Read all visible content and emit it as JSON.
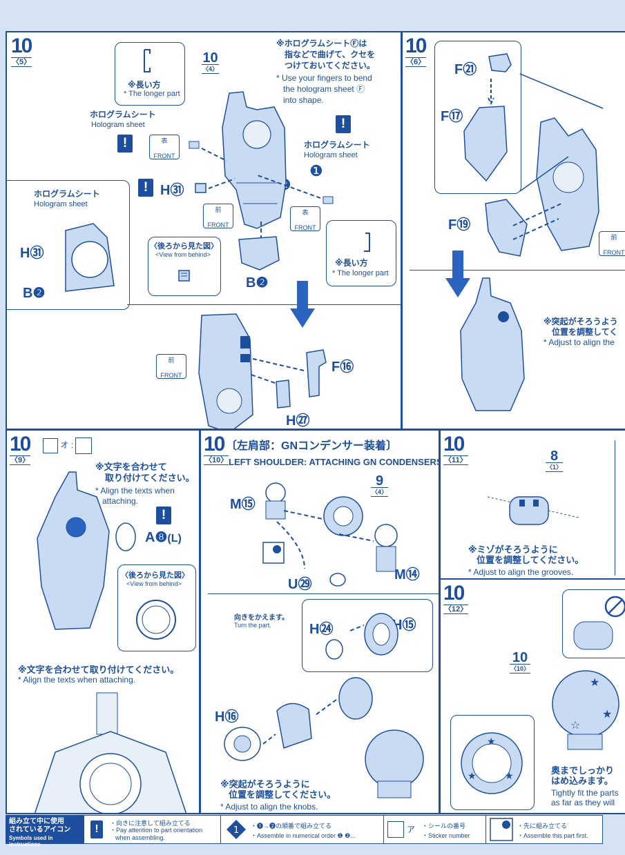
{
  "colors": {
    "accent": "#1d4f9e",
    "part_fill": "#c9dbf2",
    "background": "#d5e3f4"
  },
  "step5": {
    "step": "10",
    "sub": "5",
    "callout_longer": {
      "jp": "※長い方",
      "en": "* The longer part"
    },
    "ref_step": "10",
    "ref_sub": "4",
    "note_jp": [
      "※ホログラムシートⒻは",
      "指などで曲げて、クセを",
      "つけておいてください。"
    ],
    "note_en": [
      "* Use your fingers to bend",
      "the hologram sheet Ⓕ",
      "into shape."
    ],
    "holo_left_jp": "ホログラムシート",
    "holo_left_en": "Hologram sheet",
    "holo_right_jp": "ホログラムシート",
    "holo_right_en": "Hologram sheet",
    "front_kanji_1": "表",
    "front_label": "FRONT",
    "front_kanji_2": "前",
    "front_kanji_3": "表",
    "part_h31": "H㉛",
    "part_b2": "B❷",
    "view_behind_jp": "〈後ろから見た図〉",
    "view_behind_en": "<View from behind>",
    "callout_longer2": {
      "jp": "※長い方",
      "en": "* The longer part"
    },
    "inset_holo_jp": "ホログラムシート",
    "inset_holo_en": "Hologram sheet",
    "inset_h31": "H㉛",
    "inset_b2": "B❷",
    "order_1": "❶",
    "order_2": "❷",
    "lower_front_kanji": "前",
    "part_f16": "F⑯",
    "part_h27": "H㉗"
  },
  "step6": {
    "step": "10",
    "sub": "6",
    "part_f21": "F㉑",
    "part_f17": "F⑰",
    "part_f19": "F⑲",
    "front_kanji": "前",
    "front_label": "FRONT",
    "note_jp": [
      "※突起がそろうよう",
      "位置を調整してく"
    ],
    "note_en": "* Adjust to align the"
  },
  "step9": {
    "step": "10",
    "sub": "9",
    "sticker_key": "オ",
    "note_jp": [
      "※文字を合わせて",
      "取り付けてください。"
    ],
    "note_en": [
      "* Align the texts when",
      "attaching."
    ],
    "part_a8": "A❽",
    "part_a8_suffix": "(L)",
    "view_behind_jp": "〈後ろから見た図〉",
    "view_behind_en": "<View from behind>",
    "note2_jp": "※文字を合わせて取り付けてください。",
    "note2_en": "* Align the texts when attaching."
  },
  "step10": {
    "step": "10",
    "sub": "10",
    "title_jp": "〔左肩部：GNコンデンサー装着〕",
    "title_en": "LEFT SHOULDER: ATTACHING GN CONDENSERS",
    "part_m15": "M⑮",
    "part_m14": "M⑭",
    "part_u29": "U㉙",
    "ref_step": "9",
    "ref_sub": "4",
    "turn_jp": "向きをかえます。",
    "turn_en": "Turn the part.",
    "part_h24": "H㉔",
    "part_h15": "H⑮",
    "part_h16": "H⑯",
    "note_jp": [
      "※突起がそろうように",
      "位置を調整してください。"
    ],
    "note_en": "* Adjust to align the knobs."
  },
  "step11": {
    "step": "10",
    "sub": "11",
    "ref_step": "8",
    "ref_sub": "1",
    "note_jp": [
      "※ミゾがそろうように",
      "位置を調整してください。"
    ],
    "note_en": "* Adjust to align the grooves."
  },
  "step12": {
    "step": "10",
    "sub": "12",
    "ref_step": "10",
    "ref_sub": "10",
    "note_jp": [
      "奥までしっかり",
      "はめ込みます。"
    ],
    "note_en": [
      "Tightly fit the parts",
      "as far as they will"
    ]
  },
  "legend": {
    "head_jp": [
      "組み立て中に使用",
      "されているアイコン"
    ],
    "head_en": "Symbols used in instructions",
    "orient_jp": "・向きに注意して組み立てる",
    "orient_en": [
      "・Pay attention to part orientation",
      "when assembling."
    ],
    "order_jp": "・❶→❷の順番で組み立てる",
    "order_en": "・Assemble in numerical order ❶ ❷...",
    "sticker_key": "ア",
    "sticker_jp": "・シールの番号",
    "sticker_en": "・Sticker number",
    "first_jp": "・先に組み立てる",
    "first_en": "・Assemble this part first."
  }
}
